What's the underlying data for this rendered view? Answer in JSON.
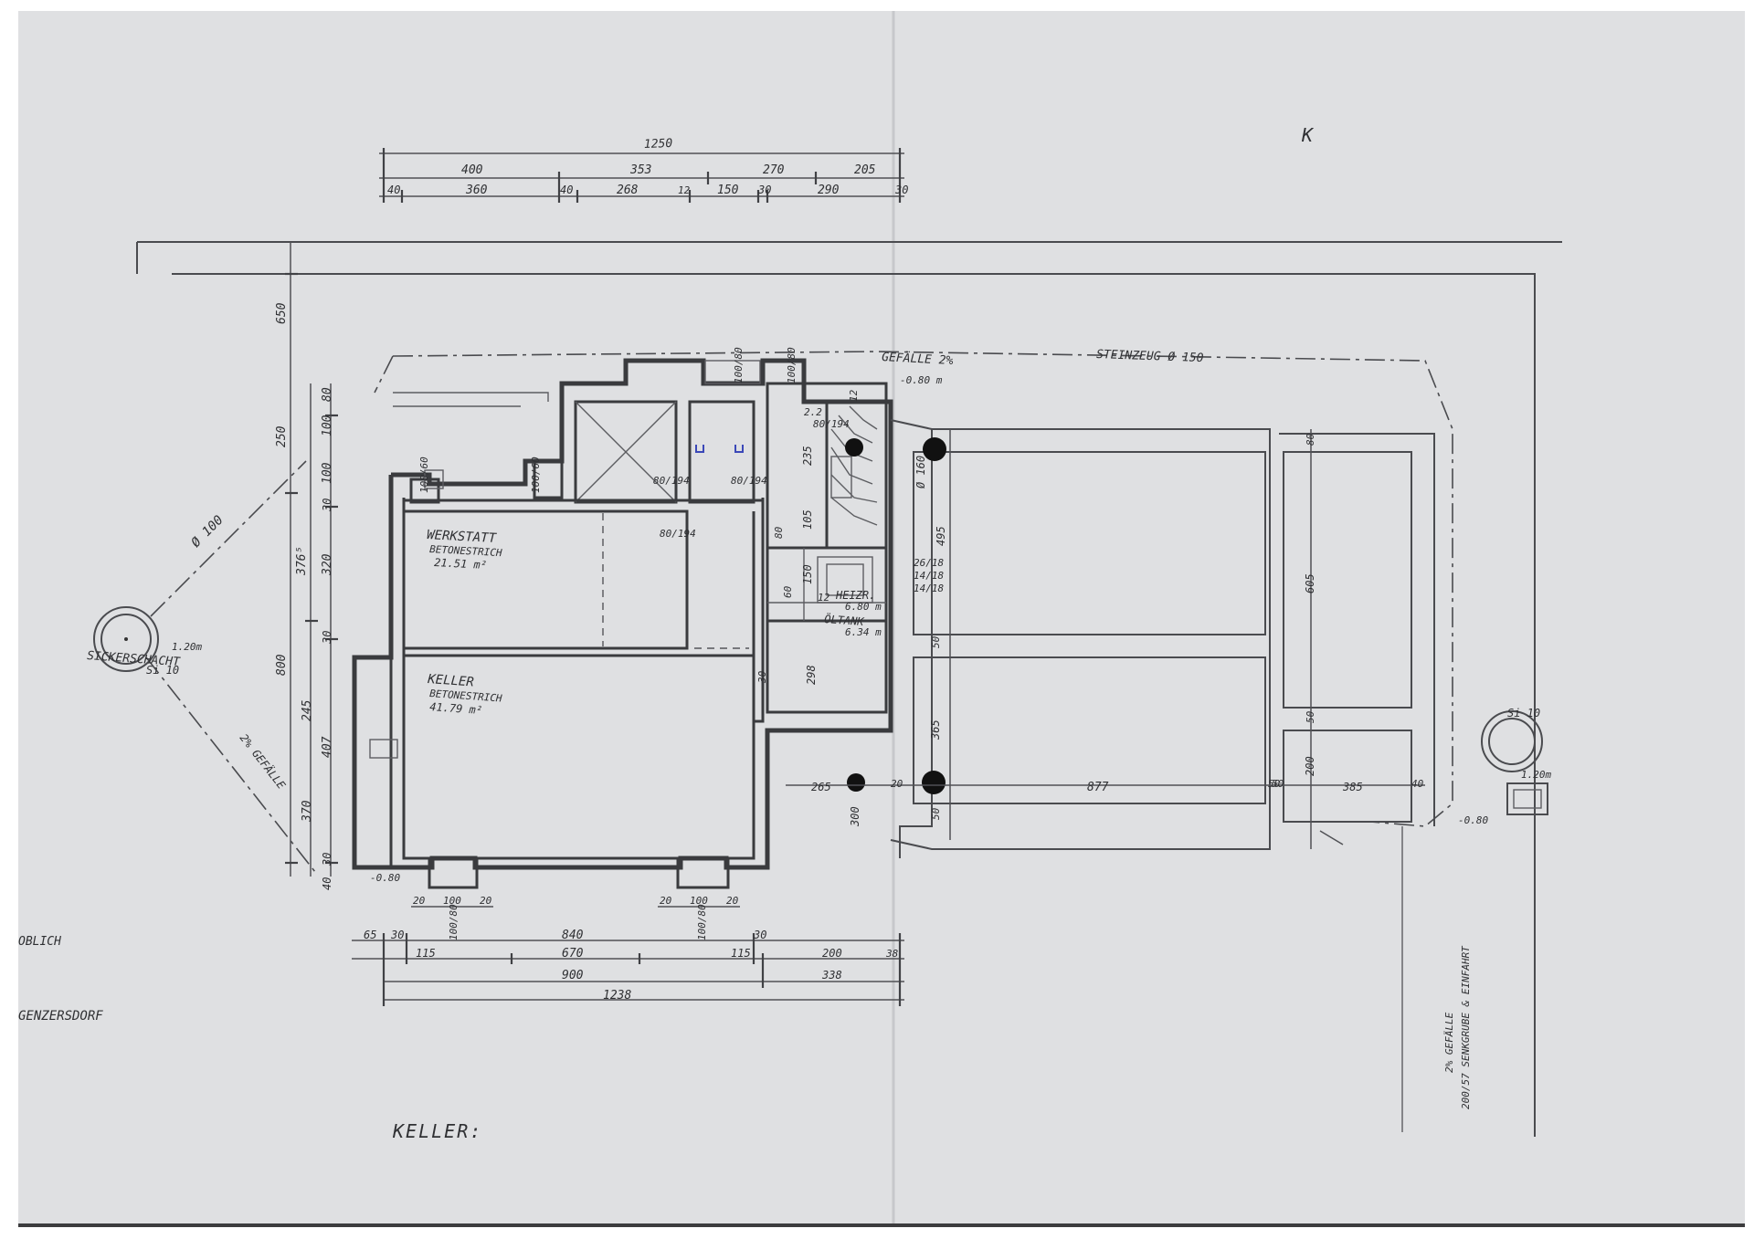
{
  "drawing_title": "KELLER:",
  "corner_mark": "K",
  "rooms": [
    {
      "name": "WERKSTATT",
      "finish": "BETONESTRICH",
      "area": "21.51 m²"
    },
    {
      "name": "KELLER",
      "finish": "BETONESTRICH",
      "area": "41.79 m²"
    },
    {
      "name": "HEIZR.",
      "area": "6.80 m"
    },
    {
      "name": "ÖLTANK",
      "area": "6.34 m"
    }
  ],
  "drainage": {
    "pipe_label": "STEINZEUG Ø 150",
    "slope_label": "GEFÄLLE 2%",
    "shaft_left_label": "SICKERSCHACHT",
    "shaft_left_size": "Si 10",
    "shaft_left_depth": "1.20m",
    "shaft_right_size": "Si 10",
    "shaft_right_depth": "1.20m",
    "diagonal_pipe": "Ø 100",
    "diagonal_slope": "2% GEFÄLLE",
    "right_note_1": "2% GEFÄLLE",
    "right_note_2": "200/57 SENKGRUBE & EINFAHRT",
    "level_top": "-0.80 m",
    "level_left": "-0.80",
    "level_right": "-0.80"
  },
  "margin_text": {
    "left_1": "OBLICH",
    "left_2": "GENZERSDORF"
  },
  "dimensions": {
    "top_total": "1250",
    "top_row_1": [
      "400",
      "353",
      "270",
      "205"
    ],
    "top_row_2": [
      "40",
      "360",
      "40",
      "268",
      "12",
      "150",
      "30",
      "290",
      "30"
    ],
    "left_col_1": [
      "650",
      "250",
      "376⁵",
      "800",
      "370"
    ],
    "left_col_2": [
      "80",
      "100",
      "30",
      "100",
      "320",
      "30",
      "245",
      "407",
      "30",
      "40"
    ],
    "bottom_row_1": [
      "65",
      "30",
      "840",
      "30"
    ],
    "bottom_row_2": [
      "115",
      "670",
      "115",
      "200",
      "38"
    ],
    "bottom_row_3": [
      "900",
      "338"
    ],
    "bottom_total": "1238",
    "window_marks": [
      "20",
      "100",
      "20",
      "20",
      "100",
      "20",
      "100/80",
      "100/80"
    ],
    "interior": [
      "100/60",
      "100/80",
      "100/60",
      "100/80",
      "80/194",
      "80/194",
      "80/194",
      "80/194",
      "235",
      "105",
      "150",
      "60",
      "12",
      "30",
      "298",
      "80",
      "Ø 160",
      "495",
      "26/18",
      "14/18",
      "14/18",
      "265",
      "20",
      "300",
      "365",
      "50",
      "50",
      "50",
      "877",
      "50",
      "385",
      "40",
      "200",
      "605",
      "80",
      "50",
      "12",
      "2.2"
    ]
  }
}
